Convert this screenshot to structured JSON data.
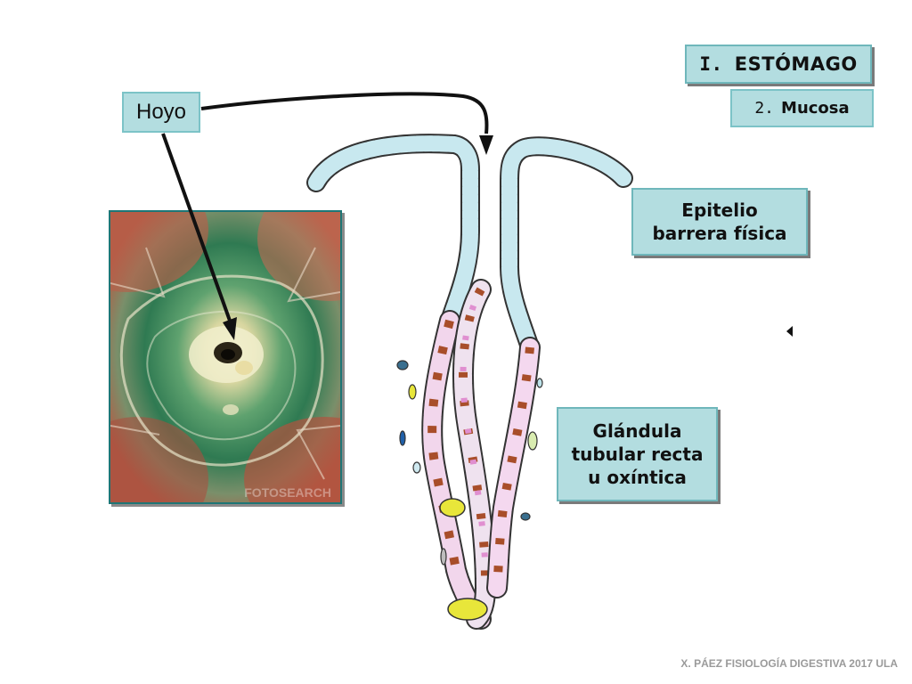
{
  "slide": {
    "title_number": "I.",
    "title_text": "ESTÓMAGO",
    "subtitle_number": "2.",
    "subtitle_text": "Mucosa",
    "hoyo_label": "Hoyo",
    "epitelio_line1": "Epitelio",
    "epitelio_line2": "barrera física",
    "glandula_line1": "Glándula",
    "glandula_line2": "tubular recta",
    "glandula_line3": "u oxíntica",
    "photo_watermark": "FOTOSEARCH",
    "footer": "X. PÁEZ   FISIOLOGÍA DIGESTIVA 2017  ULA"
  },
  "colors": {
    "label_fill": "#b3dde0",
    "photo_green": "#3f8f5c",
    "photo_red": "#b24a3a",
    "parietal_cell": "#a84e2a",
    "chief_cell": "#e6a6d8",
    "mucous_cell": "#e8e63a",
    "epithelium": "#c8e8ef"
  }
}
